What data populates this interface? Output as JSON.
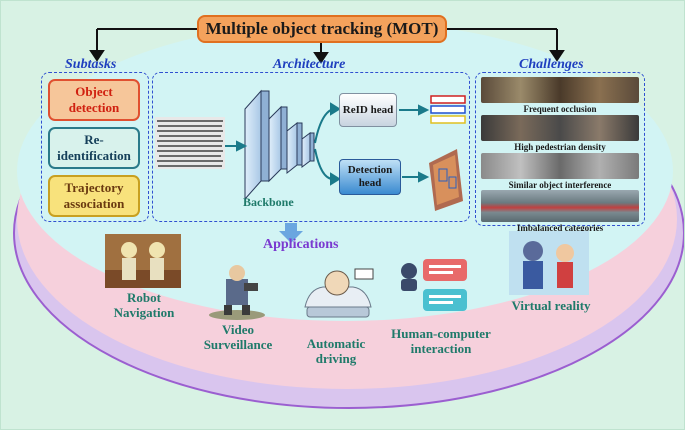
{
  "title": "Multiple object tracking (MOT)",
  "subtasks": {
    "heading": "Subtasks",
    "items": [
      {
        "label": "Object detection"
      },
      {
        "label": "Re-identification"
      },
      {
        "label": "Trajectory association"
      }
    ]
  },
  "architecture": {
    "heading": "Architecture",
    "backbone_label": "Backbone",
    "reid_head": "ReID head",
    "detection_head": "Detection head"
  },
  "challenges": {
    "heading": "Challenges",
    "items": [
      {
        "caption": "Frequent occlusion"
      },
      {
        "caption": "High pedestrian density"
      },
      {
        "caption": "Similar object interference"
      },
      {
        "caption": "Imbalanced categories"
      }
    ]
  },
  "applications": {
    "heading": "Applications",
    "items": [
      {
        "line1": "Robot",
        "line2": "Navigation"
      },
      {
        "line1": "Video",
        "line2": "Surveillance"
      },
      {
        "line1": "Automatic",
        "line2": "driving"
      },
      {
        "line1": "Human-computer",
        "line2": "interaction"
      },
      {
        "line1": "Virtual reality",
        "line2": ""
      }
    ]
  },
  "colors": {
    "title_fill": "#f4a25c",
    "heading_blue": "#1f3fbf",
    "app_teal": "#1f7a6a",
    "object_detection": "#e05030",
    "re_identification": "#2a7a8a",
    "trajectory_association": "#c8a020"
  }
}
